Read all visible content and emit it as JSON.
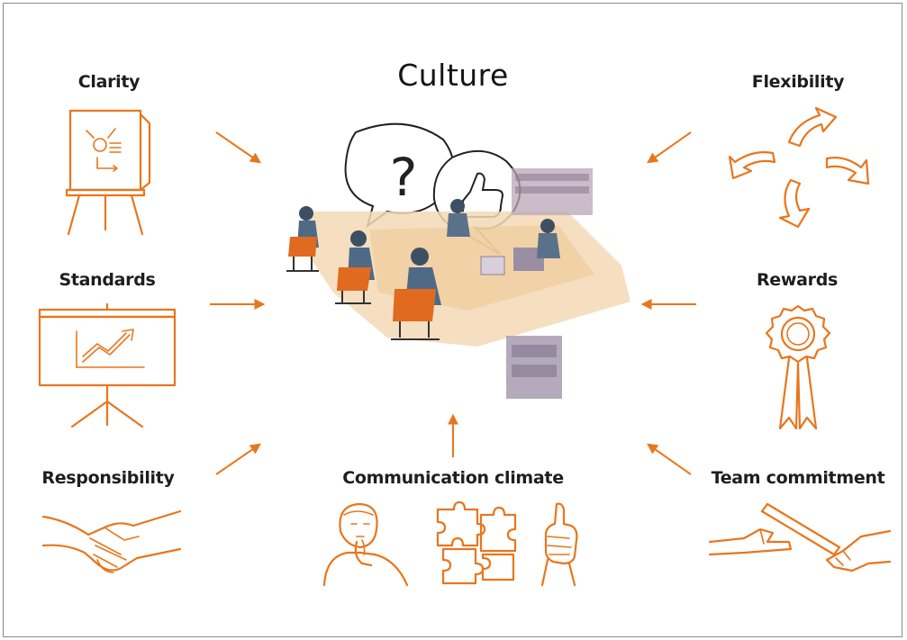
{
  "title": "Culture",
  "factors": {
    "clarity": "Clarity",
    "standards": "Standards",
    "responsibility": "Responsibility",
    "flexibility": "Flexibility",
    "rewards": "Rewards",
    "team_commitment": "Team commitment",
    "communication_climate": "Communication climate"
  },
  "colors": {
    "accent": "#e8761c",
    "text": "#1e1e1e",
    "border": "#8a8a8a"
  },
  "icons": {
    "clarity": "flip-chart-icon",
    "standards": "presentation-screen-icon",
    "responsibility": "handshake-icon",
    "flexibility": "circular-arrows-icon",
    "rewards": "rosette-ribbon-icon",
    "team_commitment": "baton-pass-icon",
    "communication_climate": "thinking-puzzle-thumbs-up-icon",
    "center": "office-team-meeting-illustration"
  }
}
